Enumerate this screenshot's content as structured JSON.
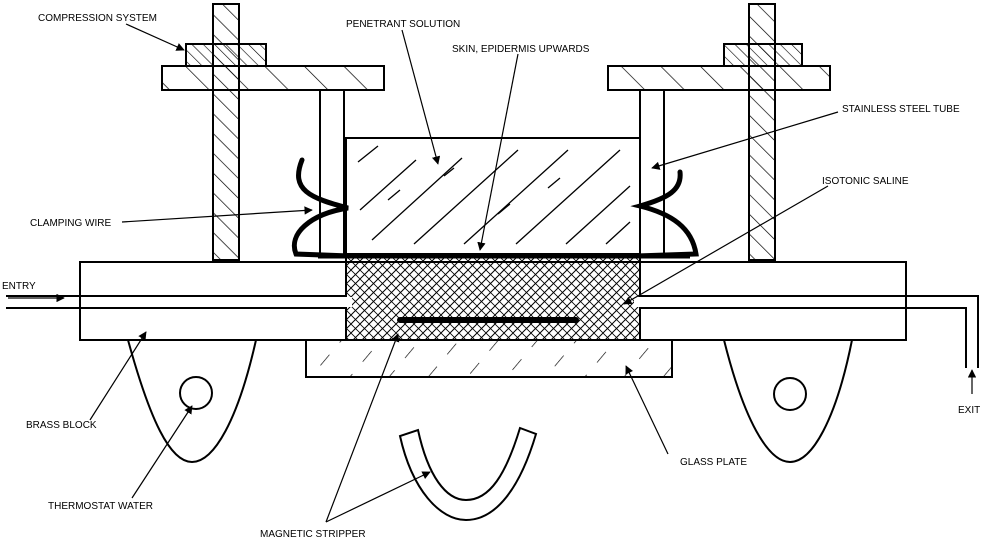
{
  "labels": {
    "compression_system": "COMPRESSION SYSTEM",
    "penetrant_solution": "PENETRANT SOLUTION",
    "skin": "SKIN, EPIDERMIS UPWARDS",
    "stainless_steel_tube": "STAINLESS STEEL TUBE",
    "isotonic_saline": "ISOTONIC SALINE",
    "clamping_wire": "CLAMPING WIRE",
    "entry": "ENTRY",
    "exit": "EXIT",
    "brass_block": "BRASS BLOCK",
    "thermostat_water": "THERMOSTAT WATER",
    "glass_plate": "GLASS PLATE",
    "magnetic_stripper": "MAGNETIC STRIPPER"
  },
  "colors": {
    "stroke": "#000000",
    "background": "#ffffff"
  }
}
